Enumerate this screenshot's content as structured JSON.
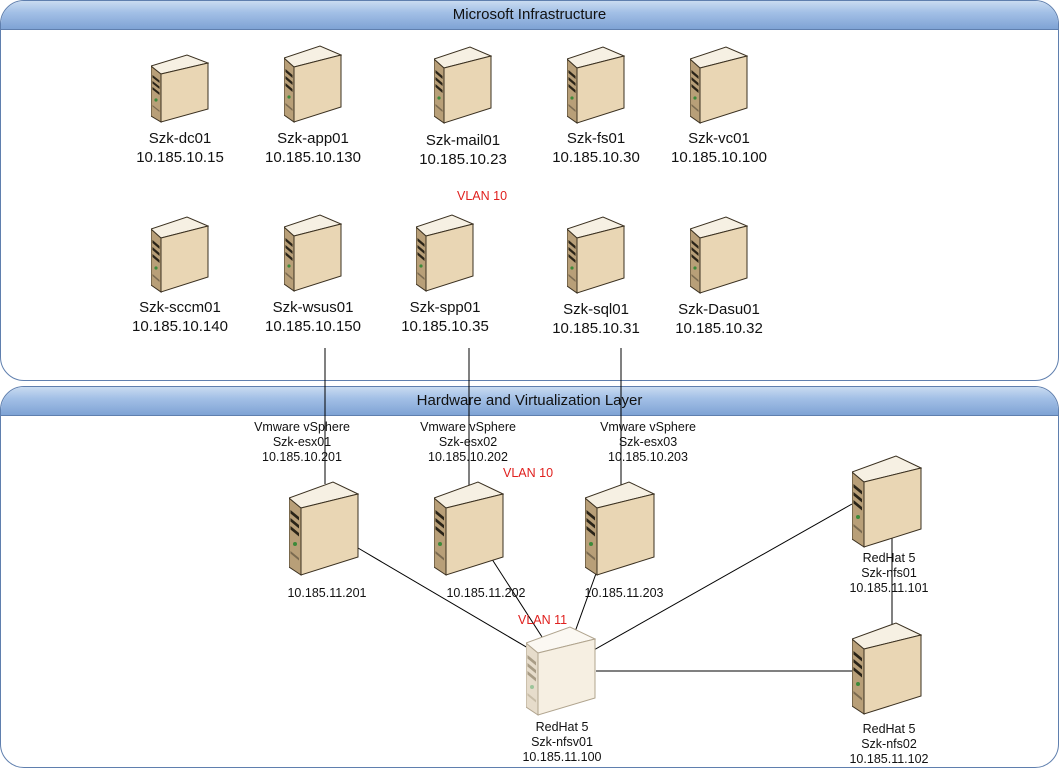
{
  "panels": {
    "top_title": "Microsoft Infrastructure",
    "bottom_title": "Hardware and Virtualization Layer"
  },
  "colors": {
    "vlan_text": "#e0201e",
    "panel_border": "#5f7fae",
    "server_body": "#e9d6b4",
    "server_edge": "#3a3020",
    "server_light": "#f6f0e3"
  },
  "vlan_labels": {
    "top": "VLAN 10",
    "esx": "VLAN 10",
    "storage": "VLAN 11"
  },
  "servers": {
    "dc01": {
      "name": "Szk-dc01",
      "ip": "10.185.10.15"
    },
    "app01": {
      "name": "Szk-app01",
      "ip": "10.185.10.130"
    },
    "mail01": {
      "name": "Szk-mail01",
      "ip": "10.185.10.23"
    },
    "fs01": {
      "name": "Szk-fs01",
      "ip": "10.185.10.30"
    },
    "vc01": {
      "name": "Szk-vc01",
      "ip": "10.185.10.100"
    },
    "sccm01": {
      "name": "Szk-sccm01",
      "ip": "10.185.10.140"
    },
    "wsus01": {
      "name": "Szk-wsus01",
      "ip": "10.185.10.150"
    },
    "spp01": {
      "name": "Szk-spp01",
      "ip": "10.185.10.35"
    },
    "sql01": {
      "name": "Szk-sql01",
      "ip": "10.185.10.31"
    },
    "dasu01": {
      "name": "Szk-Dasu01",
      "ip": "10.185.10.32"
    },
    "esx01": {
      "platform": "Vmware vSphere",
      "name": "Szk-esx01",
      "ip": "10.185.10.201",
      "storage_ip": "10.185.11.201"
    },
    "esx02": {
      "platform": "Vmware vSphere",
      "name": "Szk-esx02",
      "ip": "10.185.10.202",
      "storage_ip": "10.185.11.202"
    },
    "esx03": {
      "platform": "Vmware vSphere",
      "name": "Szk-esx03",
      "ip": "10.185.10.203",
      "storage_ip": "10.185.11.203"
    },
    "nfs01": {
      "os": "RedHat 5",
      "name": "Szk-nfs01",
      "ip": "10.185.11.101"
    },
    "nfs02": {
      "os": "RedHat 5",
      "name": "Szk-nfs02",
      "ip": "10.185.11.102"
    },
    "nfsv01": {
      "os": "RedHat 5",
      "name": "Szk-nfsv01",
      "ip": "10.185.11.100"
    }
  },
  "icons": {
    "server": "server-tower-icon",
    "server_highlight": "server-tower-light-icon"
  }
}
